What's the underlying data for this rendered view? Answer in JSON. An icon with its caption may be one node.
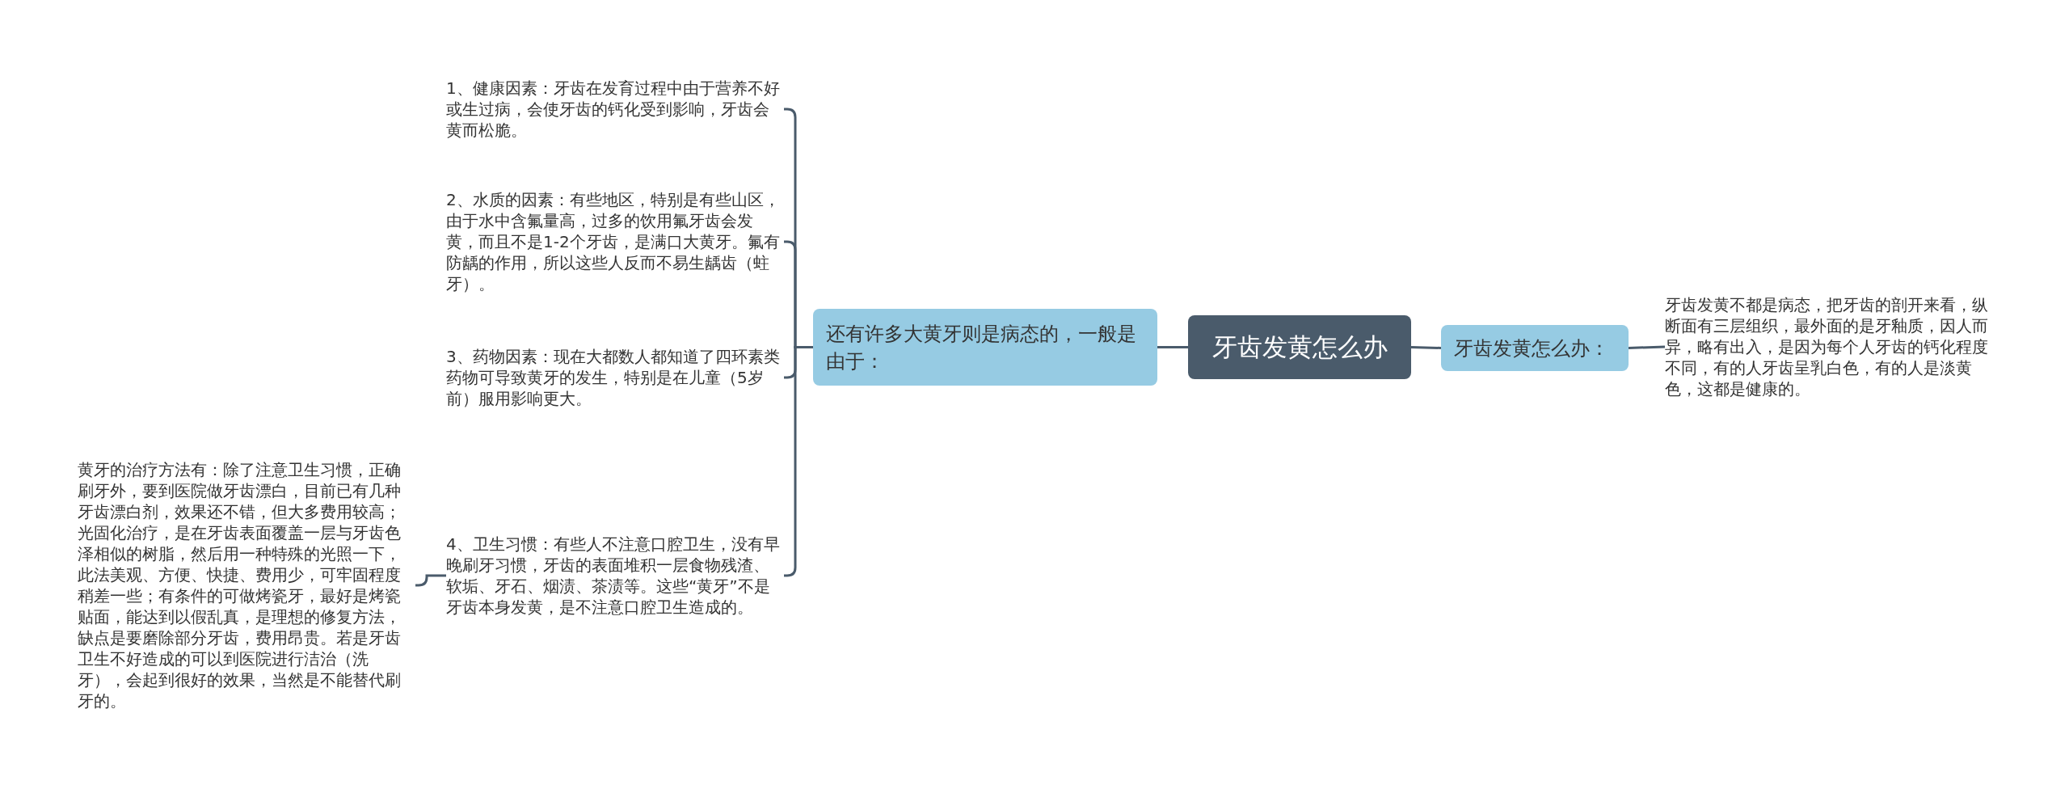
{
  "diagram": {
    "nodes": [
      {
        "text": [
          "牙齿发黄怎么办"
        ]
      },
      {
        "text": [
          "还有许多大黄牙则是病态的，一般是由于："
        ]
      },
      {
        "text": [
          "1、健康因素：牙齿在发育过程中由于营养不好或生过病，会使牙齿的钙化受到影响，牙齿会黄而松脆。"
        ]
      },
      {
        "text": [
          "2、水质的因素：有些地区，特别是有些山区，由于水中含氟量高，过多的饮用氟牙齿会发黄，而且不是1-2个牙齿，是满口大黄牙。氟有防龋的作用，所以这些人反而不易生龋齿（蛀牙）。"
        ]
      },
      {
        "text": [
          "3、药物因素：现在大都数人都知道了四环素类药物可导致黄牙的发生，特别是在儿童（5岁前）服用影响更大。"
        ]
      },
      {
        "text": [
          "4、卫生习惯：有些人不注意口腔卫生，没有早晚刷牙习惯，牙齿的表面堆积一层食物残渣、软垢、牙石、烟渍、茶渍等。这些“黄牙”不是牙齿本身发黄，是不注意口腔卫生造成的。"
        ]
      },
      {
        "text": [
          "黄牙的治疗方法有：除了注意卫生习惯，正确刷牙外，要到医院做牙齿漂白，目前已有几种牙齿漂白剂，效果还不错，但大多费用较高；光固化治疗，是在牙齿表面覆盖一层与牙齿色泽相似的树脂，然后用一种特殊的光照一下，此法美观、方便、快捷、费用少，可牢固程度稍差一些；有条件的可做烤瓷牙，最好是烤瓷贴面，能达到以假乱真，是理想的修复方法，缺点是要磨除部分牙齿，费用昂贵。若是牙齿卫生不好造成的可以到医院进行洁治（洗牙），会起到很好的效果，当然是不能替代刷牙的。"
        ]
      },
      {
        "text": [
          "牙齿发黄怎么办："
        ]
      },
      {
        "text": [
          "牙齿发黄不都是病态，把牙齿的剖开来看，纵断面有三层组织，最外面的是牙釉质，因人而异，略有出入，是因为每个人牙齿的钙化程度不同，有的人牙齿呈乳白色，有的人是淡黄色，这都是健康的。"
        ]
      }
    ],
    "edges": [
      {
        "from": 0,
        "to": 1,
        "arrow": "none"
      },
      {
        "from": 1,
        "to": 2,
        "arrow": "none"
      },
      {
        "from": 1,
        "to": 3,
        "arrow": "none"
      },
      {
        "from": 1,
        "to": 4,
        "arrow": "none"
      },
      {
        "from": 1,
        "to": 5,
        "arrow": "none"
      },
      {
        "from": 5,
        "to": 6,
        "arrow": "none"
      },
      {
        "from": 0,
        "to": 7,
        "arrow": "none"
      },
      {
        "from": 7,
        "to": 8,
        "arrow": "none"
      }
    ]
  }
}
